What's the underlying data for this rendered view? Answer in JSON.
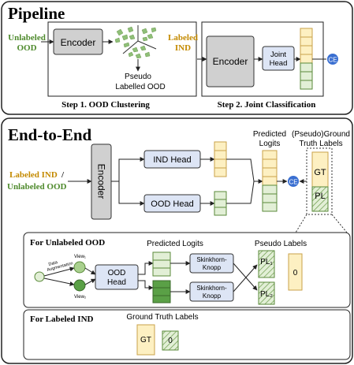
{
  "pipeline": {
    "title": "Pipeline",
    "input_unlabeled": [
      "Unlabeled",
      "OOD"
    ],
    "encoder": "Encoder",
    "pseudo_output": [
      "Pseudo",
      "Labelled OOD"
    ],
    "step1_caption": "Step 1. OOD Clustering",
    "input_labeled": [
      "Labeled",
      "IND"
    ],
    "encoder2": "Encoder",
    "joint_head": [
      "Joint",
      "Head"
    ],
    "ce": "CE",
    "step2_caption": "Step 2. Joint Classification"
  },
  "e2e": {
    "title": "End-to-End",
    "input_labeled": "Labeled IND",
    "input_sep": "/",
    "input_unlabeled": "Unlabeled OOD",
    "encoder": "Encoder",
    "ind_head": "IND Head",
    "ood_head": "OOD Head",
    "predicted_logits": [
      "Predicted",
      "Logits"
    ],
    "gt_labels": [
      "(Pseudo)Ground",
      "Truth Labels"
    ],
    "gt": "GT",
    "pl": "PL",
    "ce": "CE"
  },
  "unlabeled_panel": {
    "title": "For Unlabeled OOD",
    "data_aug": [
      "Data",
      "Augmentation"
    ],
    "view1": "View₁",
    "view2": "View₂",
    "ood_head": [
      "OOD",
      "Head"
    ],
    "predicted_logits": "Predicted Logits",
    "sinkhorn": [
      "Skinkhorn-",
      "Knopp"
    ],
    "pseudo_labels": "Pseudo Labels",
    "pl1": "PL₁",
    "pl2": "PL₂",
    "zero": "0"
  },
  "labeled_panel": {
    "title": "For Labeled IND",
    "gt_labels": "Ground Truth Labels",
    "gt": "GT",
    "zero": "0"
  },
  "colors": {
    "yellow_fill": "#fdf0c2",
    "yellow_stroke": "#c9a24a",
    "green_fill": "#e2efd6",
    "green_stroke": "#5a8a3a",
    "green_dark": "#5aa046",
    "blue_fill": "#dde5f5",
    "ce_blue": "#3a6fd1",
    "encoder_gray": "#d0d0d0",
    "ood_text": "#4e8a2c",
    "ind_text": "#c48a00"
  }
}
